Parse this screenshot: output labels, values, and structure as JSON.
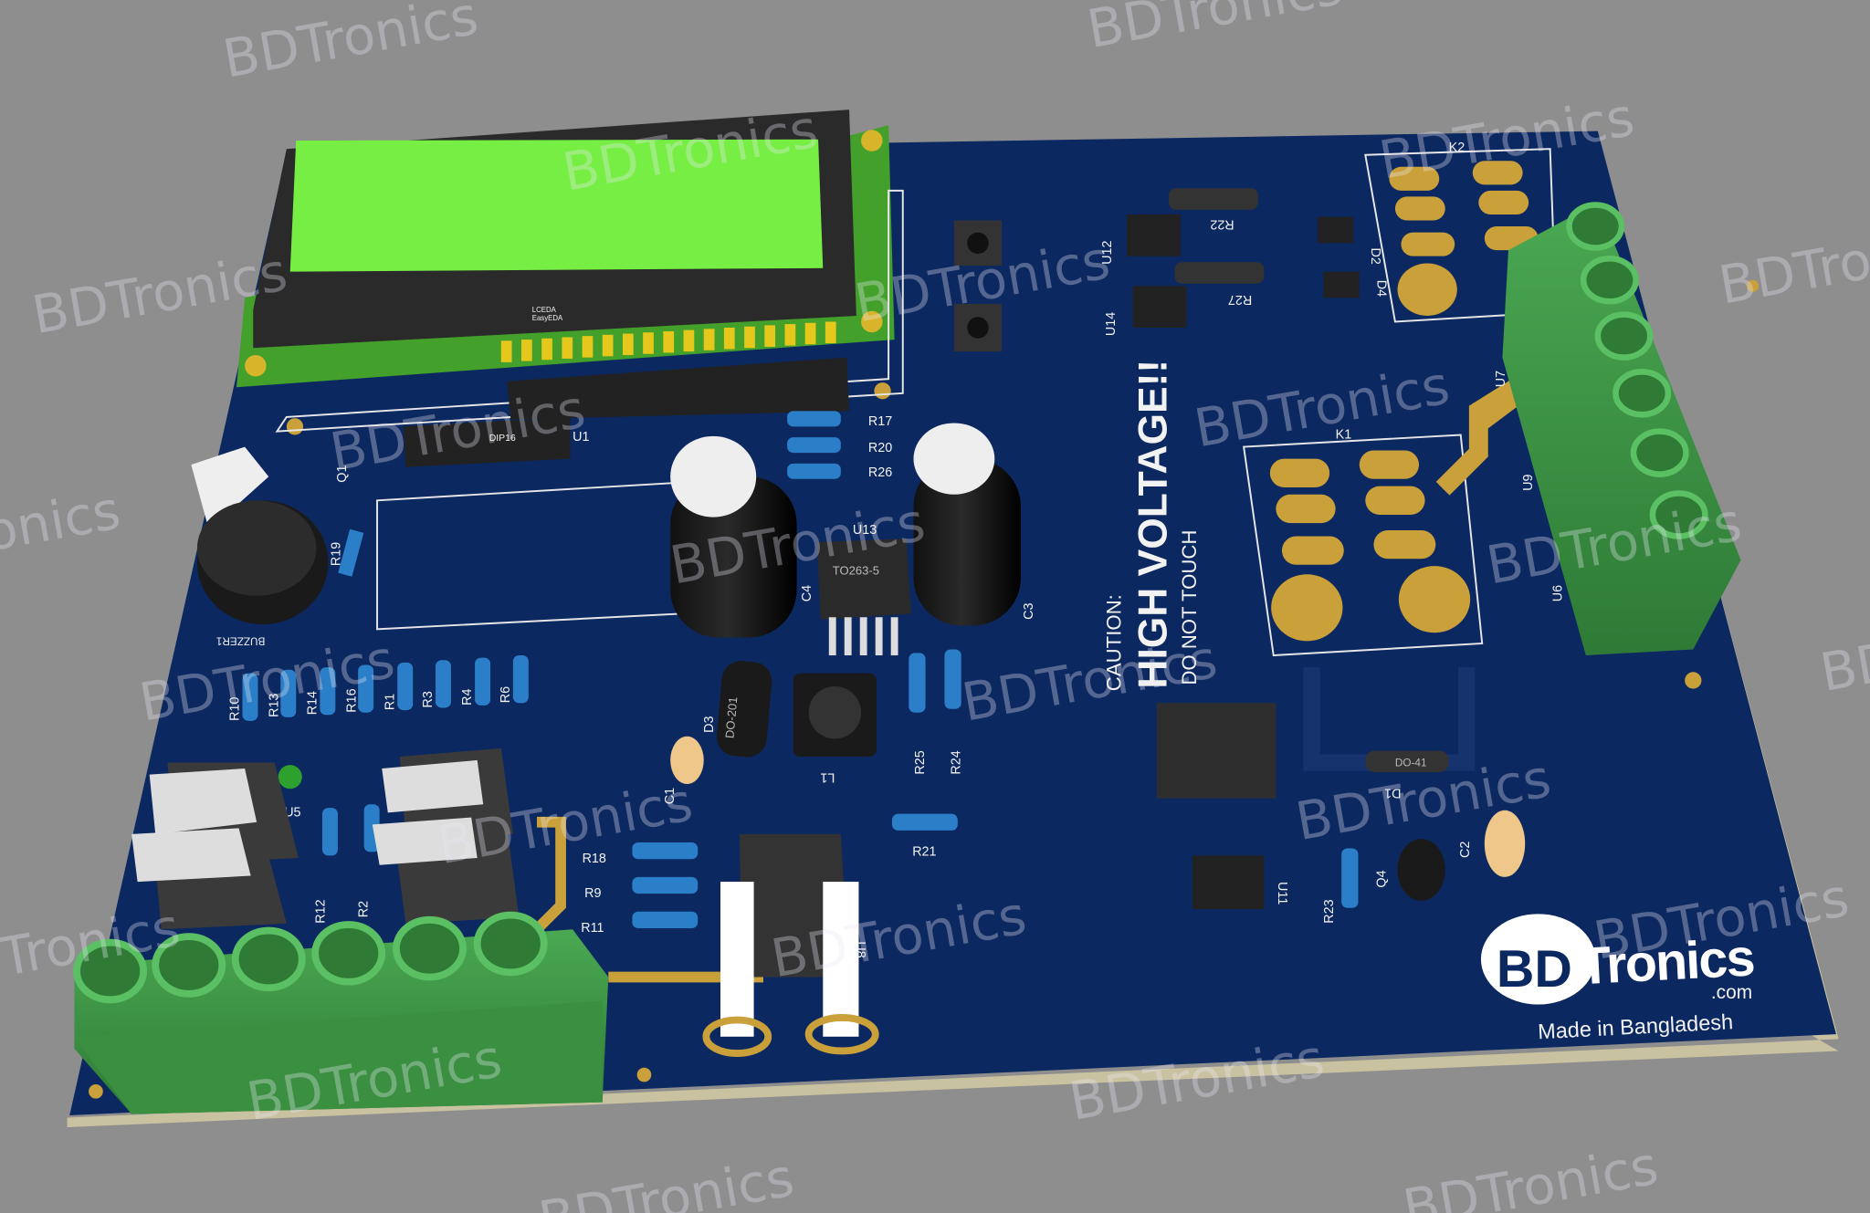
{
  "watermark": "BDTronics",
  "colors": {
    "background": "#8e8e8e",
    "board": "#0c2860",
    "lcd_screen": "#77ee44",
    "terminal": "#3f9a46",
    "copper": "#c9a03a"
  },
  "lcd": {
    "logo_line1": "LCEDA",
    "logo_line2": "EasyEDA"
  },
  "warning": {
    "line1": "CAUTION:",
    "line2": "HIGH VOLTAGE!!",
    "line3": "DO NOT TOUCH"
  },
  "brand": {
    "logo_bd": "BD",
    "logo_tronics": "Tronics",
    "logo_com": ".com",
    "tagline": "Made in Bangladesh"
  },
  "designators": {
    "r17": "R17",
    "r20": "R20",
    "r26": "R26",
    "u13": "U13",
    "to263": "TO263-5",
    "c4": "C4",
    "c3": "C3",
    "d3": "D3",
    "do201": "DO-201",
    "l1": "L1",
    "r25": "R25",
    "r24": "R24",
    "r21": "R21",
    "r18": "R18",
    "r9": "R9",
    "r11": "R11",
    "u8": "U8",
    "c1": "C1",
    "r22": "R22",
    "r27": "R27",
    "u12": "U12",
    "u14": "U14",
    "d2": "D2",
    "d4": "D4",
    "k2": "K2",
    "k1": "K1",
    "u7": "U7",
    "u9": "U9",
    "u6": "U6",
    "d1": "D1",
    "do41": "DO-41",
    "q4": "Q4",
    "r23": "R23",
    "c2": "C2",
    "u11": "U11",
    "buzzer": "BUZZER1",
    "r19": "R19",
    "q1": "Q1",
    "dip16": "DIP16",
    "u1": "U1",
    "r10": "R10",
    "r13": "R13",
    "r14": "R14",
    "r16": "R16",
    "r1": "R1",
    "r3": "R3",
    "r4": "R4",
    "r6": "R6",
    "r12": "R12",
    "r2": "R2",
    "u5": "U5"
  }
}
